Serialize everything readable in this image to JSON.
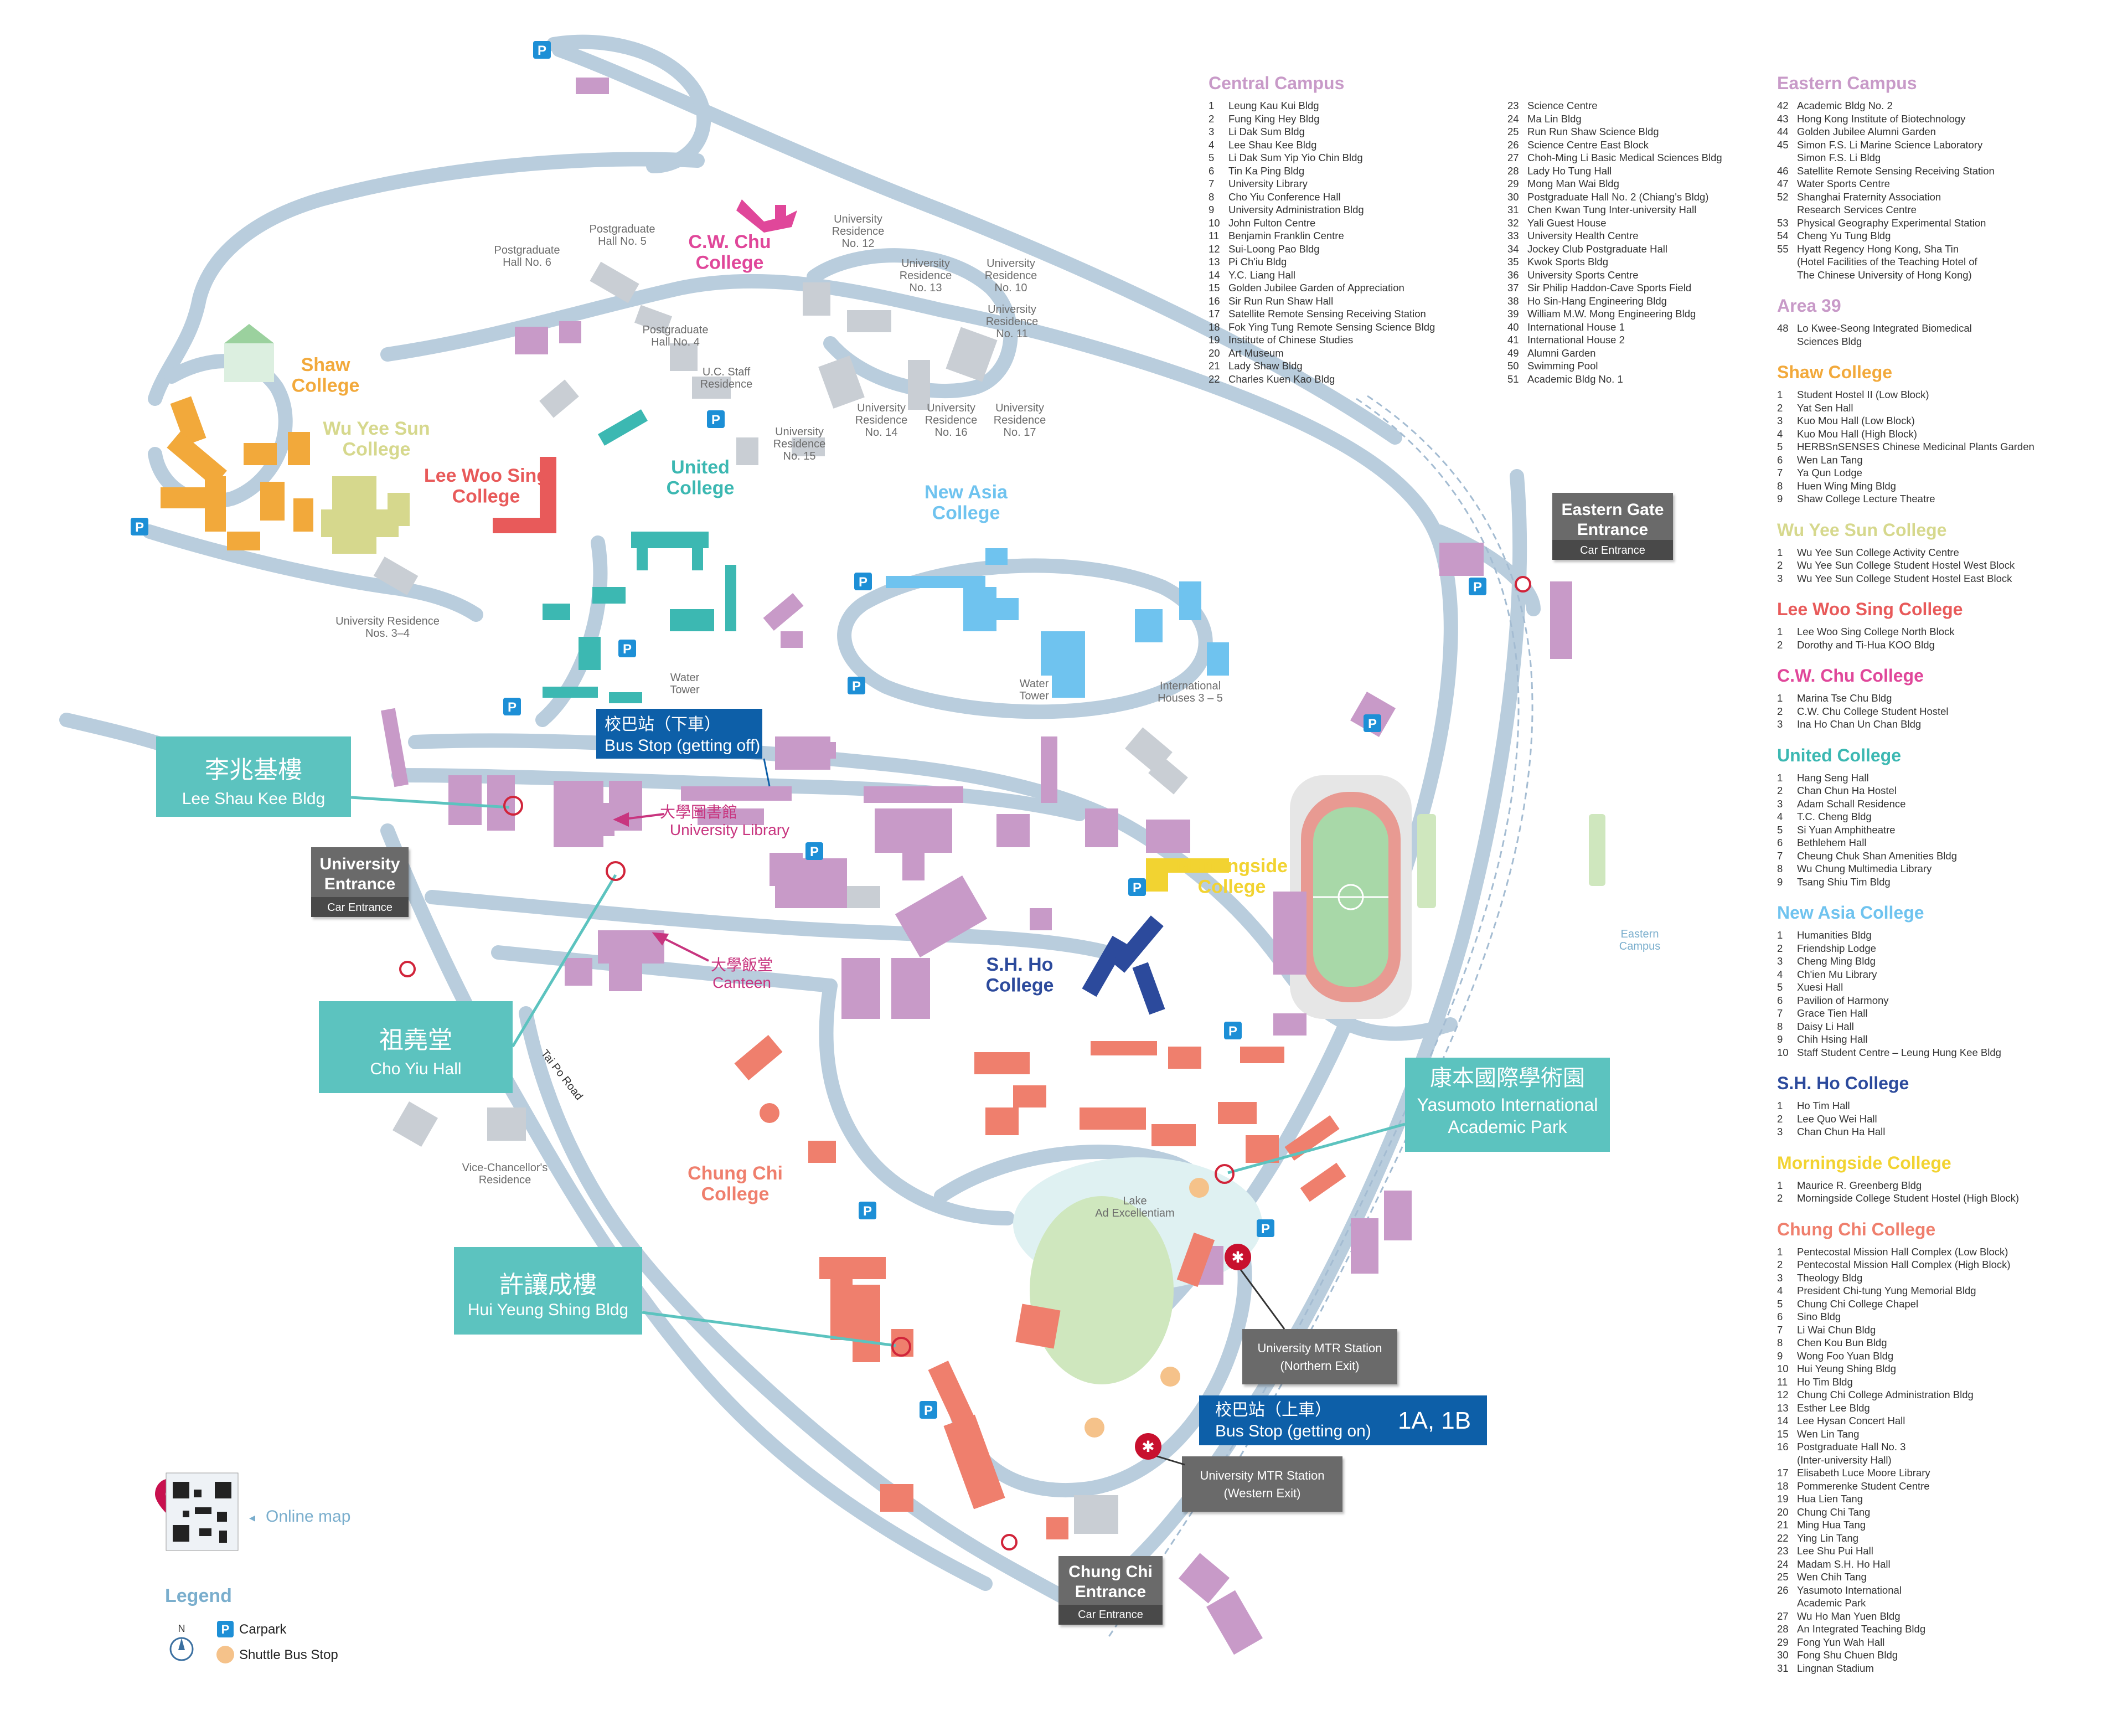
{
  "colors": {
    "road": "#b9cddd",
    "central": "#c89ac8",
    "shaw": "#f2a93b",
    "wuyeesun": "#d6d88d",
    "leewoosing": "#e85a5a",
    "cwchu": "#e0479a",
    "united": "#3cb8b2",
    "newasia": "#6fc3ef",
    "shho": "#2c4a9c",
    "morningside": "#f2d331",
    "chungchi": "#ef7f6d",
    "callout": "#5cc3bf",
    "busbox": "#0d5fa8",
    "entrance": "#6a6a6a",
    "carpark": "#1d8fd6"
  },
  "legend": {
    "title": "Legend",
    "north": "N",
    "carpark": "Carpark",
    "shuttle": "Shuttle Bus Stop",
    "online_map": "Online  map",
    "carpark_icon": "carpark-icon",
    "shuttle_icon": "shuttle-bus-icon"
  },
  "map_labels": {
    "shaw": "Shaw\nCollege",
    "wuyeesun": "Wu Yee Sun\nCollege",
    "leewoosing": "Lee Woo Sing\nCollege",
    "cwchu": "C.W. Chu\nCollege",
    "united": "United\nCollege",
    "newasia": "New Asia\nCollege",
    "shho": "S.H. Ho\nCollege",
    "morningside": "Morningside\nCollege",
    "chungchi": "Chung Chi\nCollege",
    "pg5": "Postgraduate\nHall No. 5",
    "pg6": "Postgraduate\nHall No. 6",
    "pg4": "Postgraduate\nHall No. 4",
    "ucstaff": "U.C. Staff\nResidence",
    "ur12": "University\nResidence\nNo. 12",
    "ur13": "University\nResidence\nNo. 13",
    "ur10": "University\nResidence\nNo. 10",
    "ur11": "University\nResidence\nNo. 11",
    "ur15": "University\nResidence\nNo. 15",
    "ur14": "University\nResidence\nNo. 14",
    "ur16": "University\nResidence\nNo. 16",
    "ur17": "University\nResidence\nNo. 17",
    "ur34": "University Residence\nNos. 3–4",
    "water1": "Water\nTower",
    "water2": "Water\nTower",
    "intl": "International\nHouses 3 – 5",
    "vc": "Vice-Chancellor's\nResidence",
    "road": "Tai Po Road",
    "lake": "Lake\nAd Excellentiam",
    "eastern": "Eastern\nCampus",
    "library_zh": "大學圖書館",
    "library_en": "University Library",
    "canteen_zh": "大學飯堂",
    "canteen_en": "Canteen"
  },
  "callouts": {
    "lsk_zh": "李兆基樓",
    "lsk_en": "Lee Shau Kee Bldg",
    "cyh_zh": "祖堯堂",
    "cyh_en": "Cho Yiu Hall",
    "hys_zh": "許讓成樓",
    "hys_en": "Hui Yeung Shing Bldg",
    "yas_zh": "康本國際學術園",
    "yas_en1": "Yasumoto International",
    "yas_en2": "Academic Park"
  },
  "bus": {
    "off_zh": "校巴站（下車）",
    "off_en": "Bus Stop (getting off)",
    "on_zh": "校巴站（上車）",
    "on_en": "Bus Stop (getting on)",
    "on_routes": "1A, 1B"
  },
  "entrances": {
    "univ_l1": "University",
    "univ_l2": "Entrance",
    "univ_sub": "Car Entrance",
    "eastern_l1": "Eastern Gate",
    "eastern_l2": "Entrance",
    "eastern_sub": "Car Entrance",
    "chungchi_l1": "Chung Chi",
    "chungchi_l2": "Entrance",
    "chungchi_sub": "Car Entrance",
    "mtr_n1": "University MTR Station",
    "mtr_n2": "(Northern Exit)",
    "mtr_w1": "University MTR Station",
    "mtr_w2": "(Western Exit)"
  },
  "sidebar": {
    "central": {
      "title": "Central Campus",
      "col1": [
        [
          "1",
          "Leung Kau Kui Bldg"
        ],
        [
          "2",
          "Fung King Hey Bldg"
        ],
        [
          "3",
          "Li Dak Sum Bldg"
        ],
        [
          "4",
          "Lee Shau Kee Bldg"
        ],
        [
          "5",
          "Li Dak Sum Yip Yio Chin Bldg"
        ],
        [
          "6",
          "Tin Ka Ping Bldg"
        ],
        [
          "7",
          "University Library"
        ],
        [
          "8",
          "Cho Yiu Conference Hall"
        ],
        [
          "9",
          "University Administration Bldg"
        ],
        [
          "10",
          "John Fulton Centre"
        ],
        [
          "11",
          "Benjamin Franklin Centre"
        ],
        [
          "12",
          "Sui-Loong Pao Bldg"
        ],
        [
          "13",
          "Pi Ch'iu Bldg"
        ],
        [
          "14",
          "Y.C. Liang Hall"
        ],
        [
          "15",
          "Golden Jubilee Garden of Appreciation"
        ],
        [
          "16",
          "Sir Run Run Shaw Hall"
        ],
        [
          "17",
          "Satellite Remote Sensing Receiving Station"
        ],
        [
          "18",
          "Fok Ying Tung Remote Sensing Science Bldg"
        ],
        [
          "19",
          "Institute of Chinese Studies"
        ],
        [
          "20",
          "Art Museum"
        ],
        [
          "21",
          "Lady Shaw Bldg"
        ],
        [
          "22",
          "Charles Kuen Kao Bldg"
        ]
      ],
      "col2": [
        [
          "23",
          "Science Centre"
        ],
        [
          "24",
          "Ma Lin Bldg"
        ],
        [
          "25",
          "Run Run Shaw Science Bldg"
        ],
        [
          "26",
          "Science Centre East Block"
        ],
        [
          "27",
          "Choh-Ming Li Basic Medical Sciences Bldg"
        ],
        [
          "28",
          "Lady Ho Tung Hall"
        ],
        [
          "29",
          "Mong Man Wai Bldg"
        ],
        [
          "30",
          "Postgraduate Hall No. 2 (Chiang's Bldg)"
        ],
        [
          "31",
          "Chen Kwan Tung Inter-university Hall"
        ],
        [
          "32",
          "Yali Guest House"
        ],
        [
          "33",
          "University Health Centre"
        ],
        [
          "34",
          "Jockey Club Postgraduate Hall"
        ],
        [
          "35",
          "Kwok Sports Bldg"
        ],
        [
          "36",
          "University Sports Centre"
        ],
        [
          "37",
          "Sir Philip Haddon-Cave Sports Field"
        ],
        [
          "38",
          "Ho Sin-Hang Engineering Bldg"
        ],
        [
          "39",
          "William M.W. Mong Engineering Bldg"
        ],
        [
          "40",
          "International House 1"
        ],
        [
          "41",
          "International House 2"
        ],
        [
          "49",
          "Alumni Garden"
        ],
        [
          "50",
          "Swimming Pool"
        ],
        [
          "51",
          "Academic Bldg No. 1"
        ]
      ]
    },
    "eastern": {
      "title": "Eastern Campus",
      "items": [
        [
          "42",
          "Academic Bldg No. 2"
        ],
        [
          "43",
          "Hong Kong Institute of Biotechnology"
        ],
        [
          "44",
          "Golden Jubilee Alumni Garden"
        ],
        [
          "45",
          "Simon F.S. Li Marine Science Laboratory"
        ],
        [
          "",
          "Simon F.S. Li Bldg"
        ],
        [
          "46",
          "Satellite Remote Sensing Receiving Station"
        ],
        [
          "47",
          "Water Sports Centre"
        ],
        [
          "52",
          "Shanghai Fraternity Association"
        ],
        [
          "",
          "Research Services Centre"
        ],
        [
          "53",
          "Physical Geography Experimental Station"
        ],
        [
          "54",
          "Cheng Yu Tung Bldg"
        ],
        [
          "55",
          "Hyatt Regency Hong Kong, Sha Tin"
        ],
        [
          "",
          "(Hotel Facilities of the Teaching Hotel of"
        ],
        [
          "",
          "The Chinese University of Hong Kong)"
        ]
      ]
    },
    "area39": {
      "title": "Area 39",
      "items": [
        [
          "48",
          "Lo Kwee-Seong Integrated Biomedical"
        ],
        [
          "",
          "Sciences Bldg"
        ]
      ]
    },
    "shaw": {
      "title": "Shaw College",
      "items": [
        [
          "1",
          "Student Hostel II (Low Block)"
        ],
        [
          "2",
          "Yat Sen Hall"
        ],
        [
          "3",
          "Kuo Mou Hall (Low Block)"
        ],
        [
          "4",
          "Kuo Mou Hall (High Block)"
        ],
        [
          "5",
          "HERBSnSENSES Chinese Medicinal Plants Garden"
        ],
        [
          "6",
          "Wen Lan Tang"
        ],
        [
          "7",
          "Ya Qun Lodge"
        ],
        [
          "8",
          "Huen Wing Ming Bldg"
        ],
        [
          "9",
          "Shaw College Lecture Theatre"
        ]
      ]
    },
    "wuyeesun": {
      "title": "Wu Yee Sun College",
      "items": [
        [
          "1",
          "Wu Yee Sun College Activity Centre"
        ],
        [
          "2",
          "Wu Yee Sun College Student Hostel West Block"
        ],
        [
          "3",
          "Wu Yee Sun College Student Hostel East Block"
        ]
      ]
    },
    "leewoosing": {
      "title": "Lee Woo Sing College",
      "items": [
        [
          "1",
          "Lee Woo Sing College North Block"
        ],
        [
          "2",
          "Dorothy and Ti-Hua KOO Bldg"
        ]
      ]
    },
    "cwchu": {
      "title": "C.W. Chu College",
      "items": [
        [
          "1",
          "Marina Tse Chu Bldg"
        ],
        [
          "2",
          "C.W. Chu College Student Hostel"
        ],
        [
          "3",
          "Ina Ho Chan Un Chan Bldg"
        ]
      ]
    },
    "united": {
      "title": "United College",
      "items": [
        [
          "1",
          "Hang Seng Hall"
        ],
        [
          "2",
          "Chan Chun Ha Hostel"
        ],
        [
          "3",
          "Adam Schall Residence"
        ],
        [
          "4",
          "T.C. Cheng Bldg"
        ],
        [
          "5",
          "Si Yuan Amphitheatre"
        ],
        [
          "6",
          "Bethlehem Hall"
        ],
        [
          "7",
          "Cheung Chuk Shan Amenities Bldg"
        ],
        [
          "8",
          "Wu Chung Multimedia Library"
        ],
        [
          "9",
          "Tsang Shiu Tim Bldg"
        ]
      ]
    },
    "newasia": {
      "title": "New Asia College",
      "items": [
        [
          "1",
          "Humanities Bldg"
        ],
        [
          "2",
          "Friendship Lodge"
        ],
        [
          "3",
          "Cheng Ming Bldg"
        ],
        [
          "4",
          "Ch'ien Mu Library"
        ],
        [
          "5",
          "Xuesi Hall"
        ],
        [
          "6",
          "Pavilion of Harmony"
        ],
        [
          "7",
          "Grace Tien Hall"
        ],
        [
          "8",
          "Daisy Li Hall"
        ],
        [
          "9",
          "Chih Hsing Hall"
        ],
        [
          "10",
          "Staff Student Centre – Leung Hung Kee Bldg"
        ]
      ]
    },
    "shho": {
      "title": "S.H. Ho College",
      "items": [
        [
          "1",
          "Ho Tim Hall"
        ],
        [
          "2",
          "Lee Quo Wei Hall"
        ],
        [
          "3",
          "Chan Chun Ha Hall"
        ]
      ]
    },
    "morningside": {
      "title": "Morningside College",
      "items": [
        [
          "1",
          "Maurice R. Greenberg Bldg"
        ],
        [
          "2",
          "Morningside College Student Hostel (High Block)"
        ]
      ]
    },
    "chungchi": {
      "title": "Chung Chi College",
      "items": [
        [
          "1",
          "Pentecostal Mission Hall Complex (Low Block)"
        ],
        [
          "2",
          "Pentecostal Mission Hall Complex (High Block)"
        ],
        [
          "3",
          "Theology Bldg"
        ],
        [
          "4",
          "President Chi-tung Yung Memorial Bldg"
        ],
        [
          "5",
          "Chung Chi College Chapel"
        ],
        [
          "6",
          "Sino Bldg"
        ],
        [
          "7",
          "Li Wai Chun Bldg"
        ],
        [
          "8",
          "Chen Kou Bun Bldg"
        ],
        [
          "9",
          "Wong Foo Yuan Bldg"
        ],
        [
          "10",
          "Hui Yeung Shing Bldg"
        ],
        [
          "11",
          "Ho Tim Bldg"
        ],
        [
          "12",
          "Chung Chi College Administration Bldg"
        ],
        [
          "13",
          "Esther Lee Bldg"
        ],
        [
          "14",
          "Lee Hysan Concert Hall"
        ],
        [
          "15",
          "Wen Lin Tang"
        ],
        [
          "16",
          "Postgraduate Hall No. 3"
        ],
        [
          "",
          "(Inter-university Hall)"
        ],
        [
          "17",
          "Elisabeth Luce Moore Library"
        ],
        [
          "18",
          "Pommerenke Student Centre"
        ],
        [
          "19",
          "Hua Lien Tang"
        ],
        [
          "20",
          "Chung Chi Tang"
        ],
        [
          "21",
          "Ming Hua Tang"
        ],
        [
          "22",
          "Ying Lin Tang"
        ],
        [
          "23",
          "Lee Shu Pui Hall"
        ],
        [
          "24",
          "Madam S.H. Ho Hall"
        ],
        [
          "25",
          "Wen Chih Tang"
        ],
        [
          "26",
          "Yasumoto International"
        ],
        [
          "",
          "Academic Park"
        ],
        [
          "27",
          "Wu Ho Man Yuen Bldg"
        ],
        [
          "28",
          "An Integrated Teaching Bldg"
        ],
        [
          "29",
          "Fong Yun Wah Hall"
        ],
        [
          "30",
          "Fong Shu Chuen Bldg"
        ],
        [
          "31",
          "Lingnan Stadium"
        ]
      ]
    }
  }
}
